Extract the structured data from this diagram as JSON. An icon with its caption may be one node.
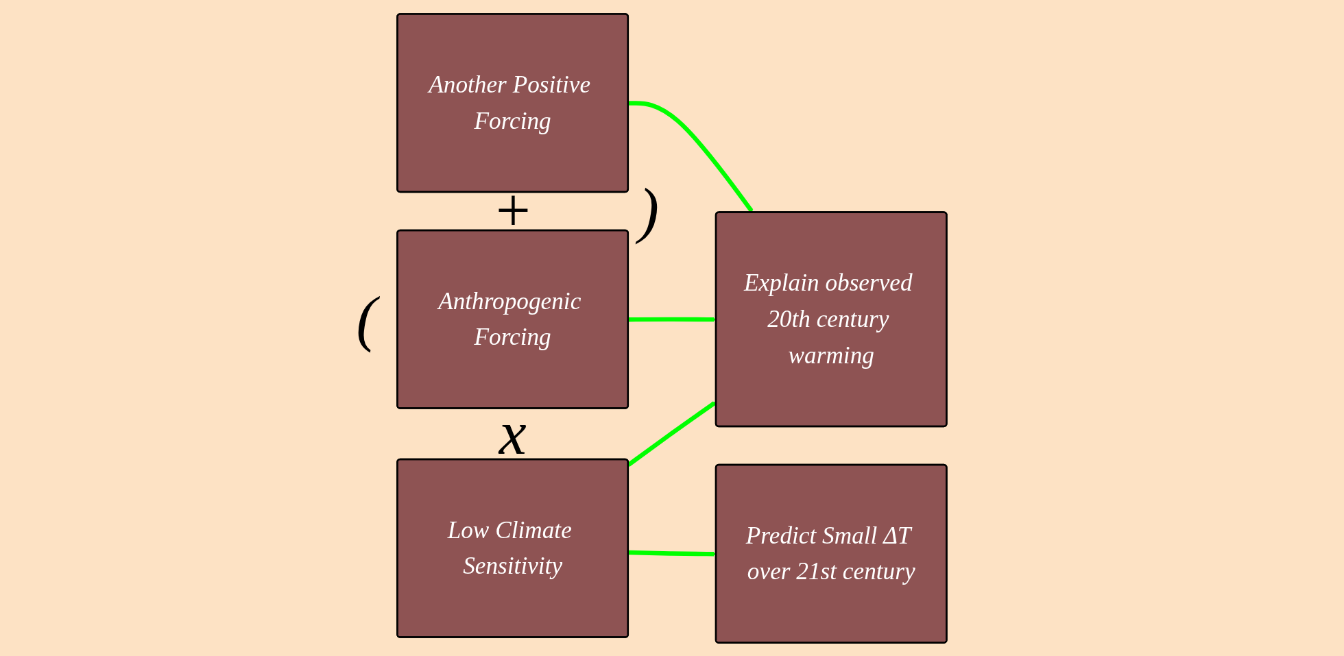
{
  "diagram": {
    "nodes": [
      {
        "text": [
          "Another Positive Forcing"
        ]
      },
      {
        "text": [
          "Anthropogenic Forcing"
        ]
      },
      {
        "text": [
          "Low Climate Sensitivity"
        ]
      },
      {
        "text": [
          "Explain observed 20th century warming"
        ]
      },
      {
        "text": [
          "Predict Small ΔT over 21st century"
        ]
      }
    ],
    "edges": [
      {
        "from": 0,
        "to": 3,
        "arrow": "to",
        "color": "#00ff00"
      },
      {
        "from": 1,
        "to": 3,
        "arrow": "to",
        "color": "#00ff00"
      },
      {
        "from": 2,
        "to": 3,
        "arrow": "to",
        "color": "#00ff00"
      },
      {
        "from": 2,
        "to": 4,
        "arrow": "to",
        "color": "#00ff00"
      }
    ],
    "labels": [
      "+",
      ")",
      "(",
      "x"
    ]
  }
}
